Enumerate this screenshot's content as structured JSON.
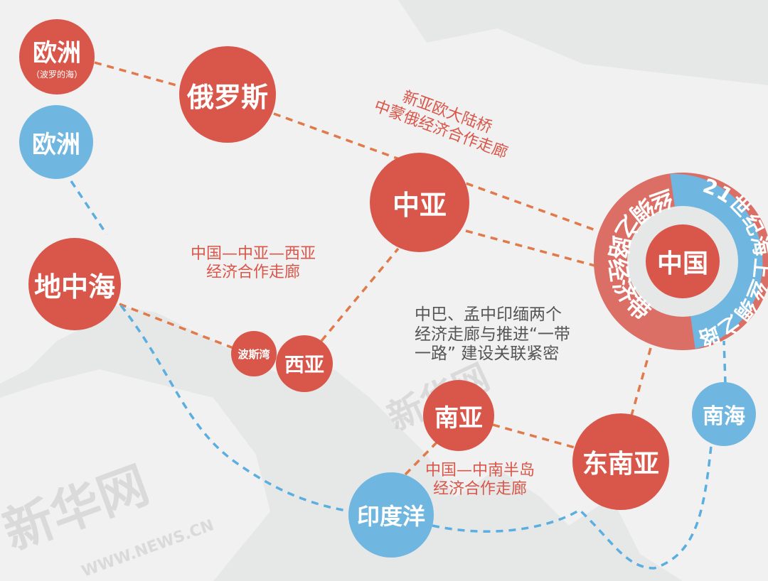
{
  "colors": {
    "red": "#d9574a",
    "blue": "#6fb6e0",
    "orange_line": "#e07a4a",
    "blue_line": "#5aaee0"
  },
  "nodes": {
    "europe_baltic": {
      "label": "欧洲",
      "sub": "（波罗的海）"
    },
    "russia": "俄罗斯",
    "europe": "欧洲",
    "central_asia": "中亚",
    "mediterranean": "地中海",
    "persian_gulf": "波斯湾",
    "west_asia": "西亚",
    "south_asia": "南亚",
    "southeast_asia": "东南亚",
    "south_china_sea": "南海",
    "indian_ocean": "印度洋",
    "china": "中国"
  },
  "ring": {
    "silk_road_belt": "丝绸之路经济带",
    "maritime_silk_road": "21世纪海上丝绸之路"
  },
  "corridors": {
    "new_eurasia": [
      "新亚欧大陆桥",
      "中蒙俄经济合作走廊"
    ],
    "china_central_west_asia": [
      "中国—中亚—西亚",
      "经济合作走廊"
    ],
    "china_indochina": [
      "中国—中南半岛",
      "经济合作走廊"
    ],
    "note": [
      "中巴、孟中印缅两个",
      "经济走廊与推进“一带",
      "一路” 建设关联紧密"
    ]
  },
  "watermark": {
    "name": "新华网",
    "url": "WWW.NEWS.CN"
  }
}
